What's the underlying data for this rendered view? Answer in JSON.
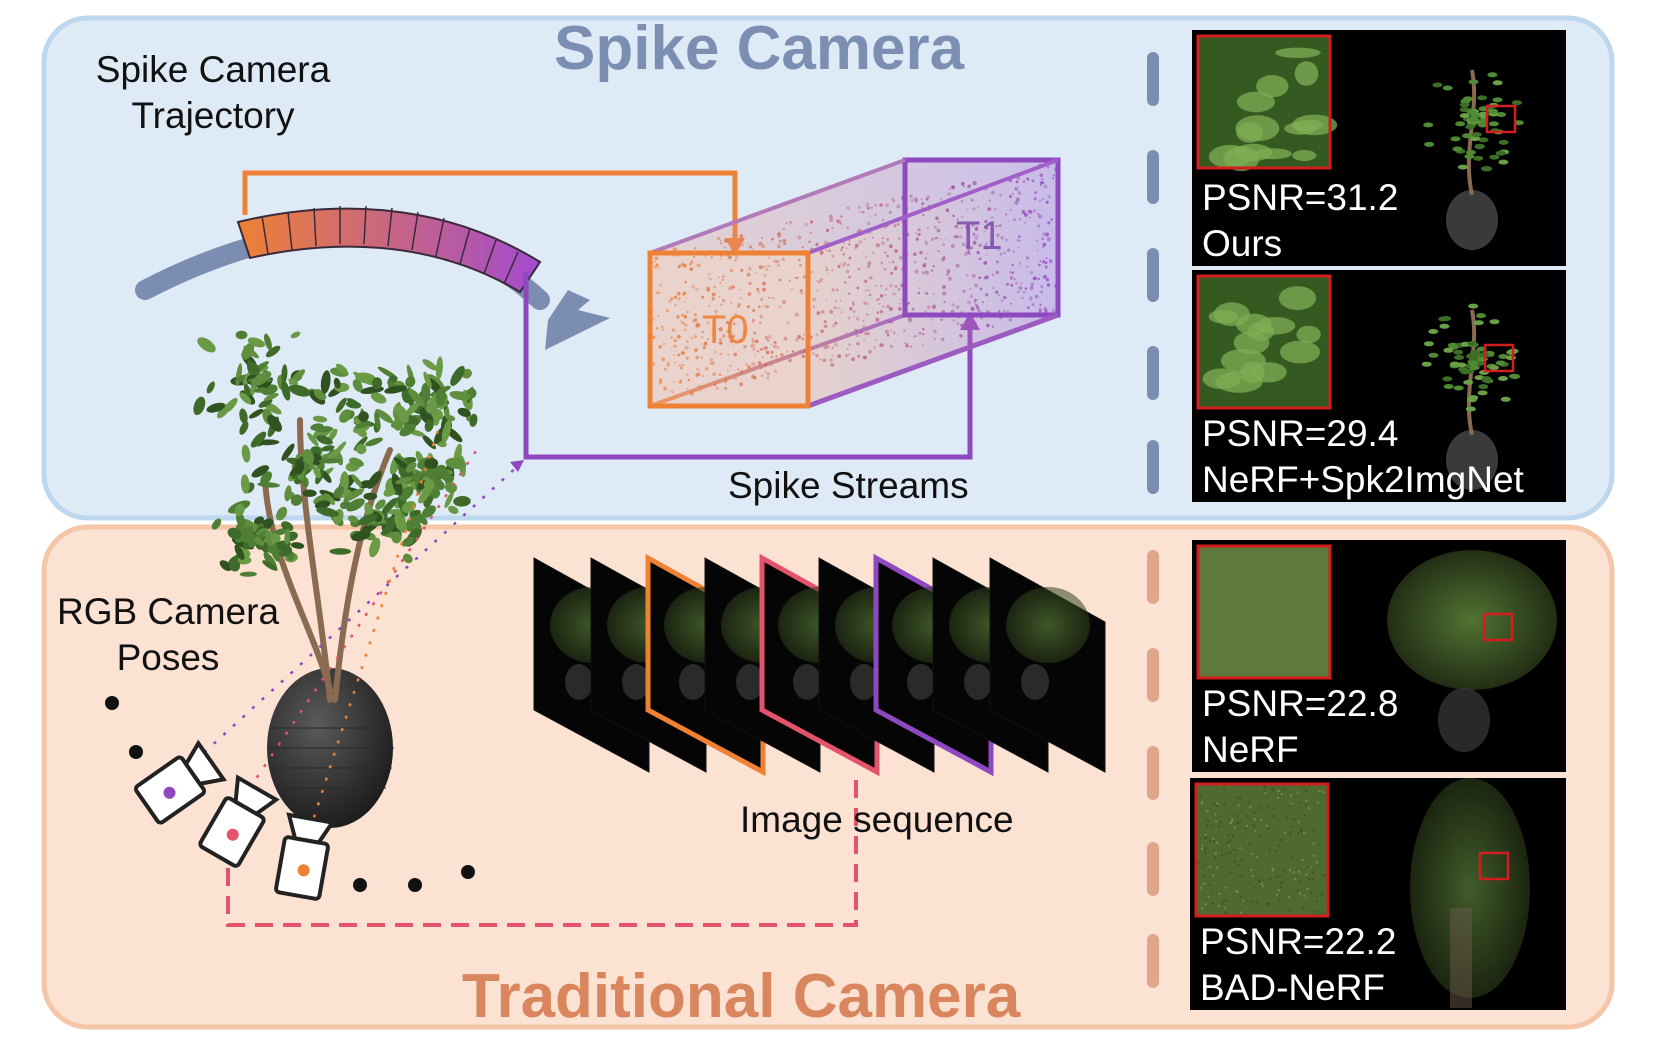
{
  "spike_section": {
    "title": "Spike Camera",
    "trajectory_label_line1": "Spike Camera",
    "trajectory_label_line2": "Trajectory",
    "t0_label": "T0",
    "t1_label": "T1",
    "streams_label": "Spike Streams"
  },
  "traditional_section": {
    "title": "Traditional Camera",
    "poses_label_line1": "RGB Camera",
    "poses_label_line2": "Poses",
    "sequence_label": "Image sequence"
  },
  "results": [
    {
      "psnr": "PSNR=31.2",
      "method": "Ours"
    },
    {
      "psnr": "PSNR=29.4",
      "method": "NeRF+Spk2ImgNet"
    },
    {
      "psnr": "PSNR=22.8",
      "method": "NeRF"
    },
    {
      "psnr": "PSNR=22.2",
      "method": "BAD-NeRF"
    }
  ],
  "colors": {
    "spike_bg": "#deeaf6",
    "spike_border": "#bcd7ee",
    "spike_title": "#7c8fb3",
    "trad_bg": "#fbe2d3",
    "trad_border": "#f4c5a7",
    "trad_title": "#d9865f",
    "orange": "#ee8134",
    "pink": "#e2536c",
    "purple": "#8e48c0",
    "arrow_gray": "#7b8db0"
  }
}
